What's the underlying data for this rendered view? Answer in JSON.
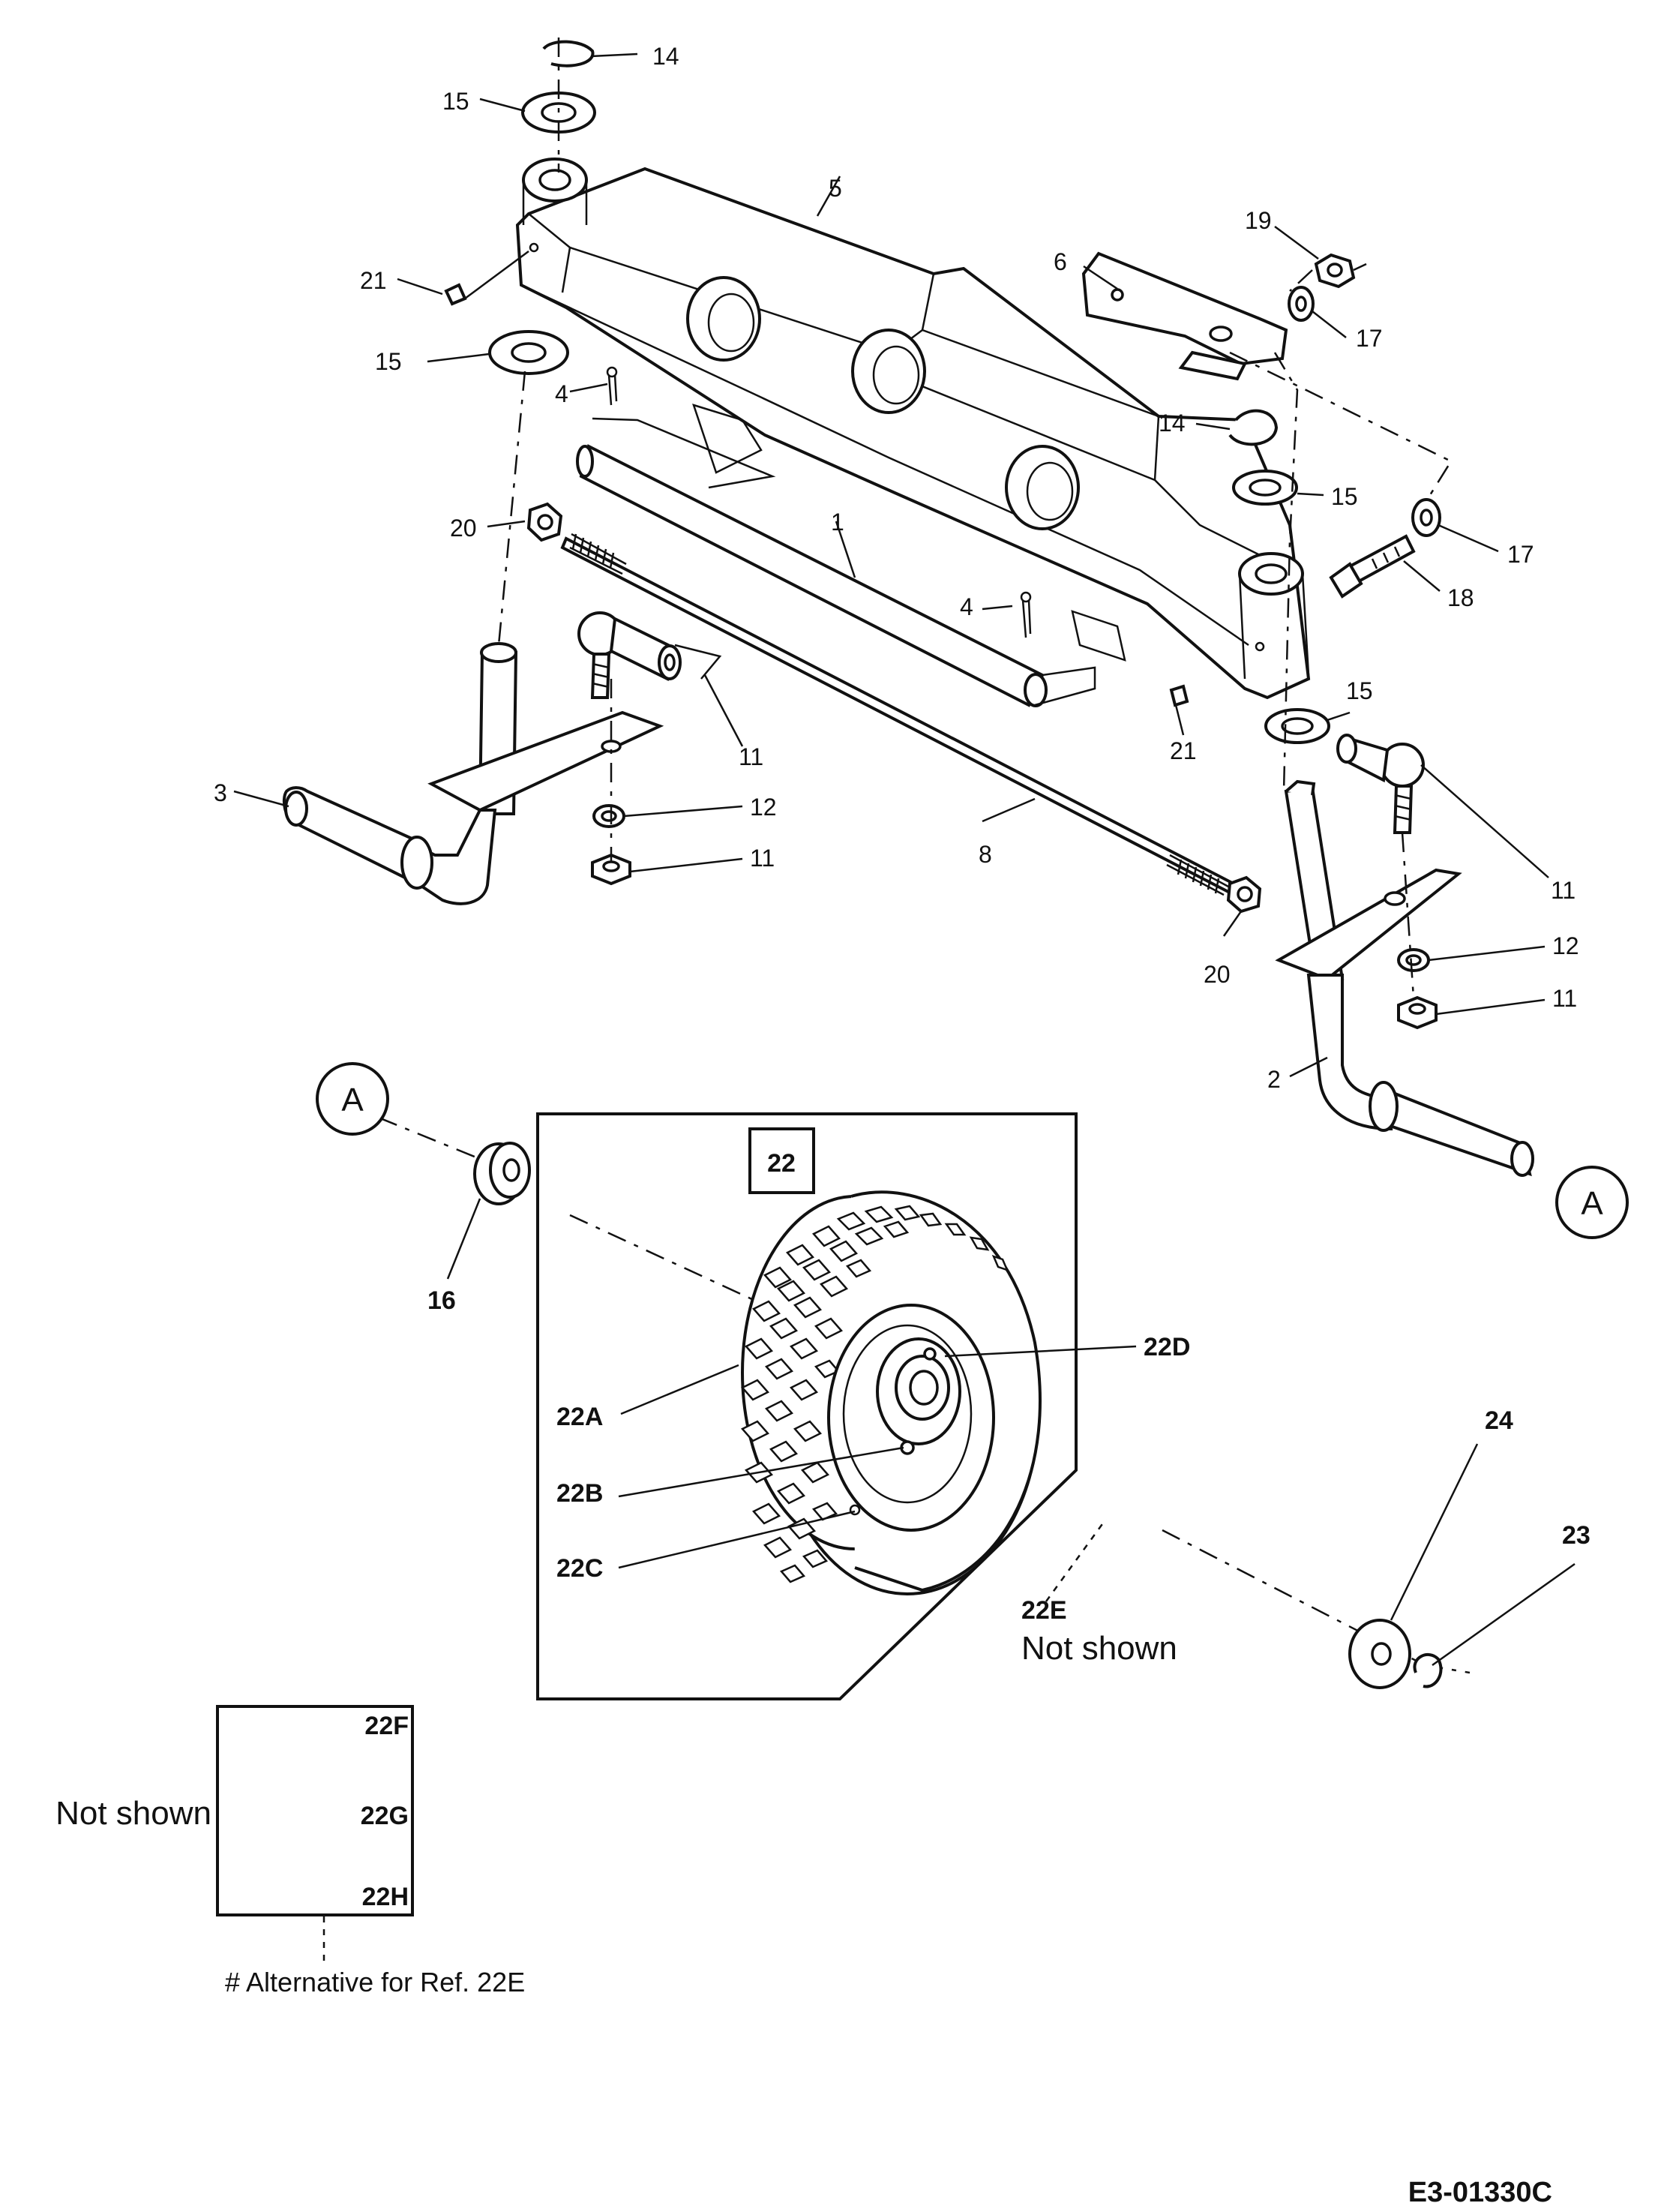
{
  "callouts": {
    "c14a": "14",
    "c15a": "15",
    "c5": "5",
    "c21a": "21",
    "c15b": "15",
    "c4a": "4",
    "c6": "6",
    "c19": "19",
    "c17a": "17",
    "c14b": "14",
    "c15c": "15",
    "c17b": "17",
    "c18": "18",
    "c20a": "20",
    "c1": "1",
    "c4b": "4",
    "c11a": "11",
    "c21b": "21",
    "c15d": "15",
    "c3": "3",
    "c12a": "12",
    "c11b": "11",
    "c8": "8",
    "c11c": "11",
    "c12b": "12",
    "c20b": "20",
    "c11d": "11",
    "c2": "2",
    "cA1": "A",
    "cA2": "A",
    "c16": "16",
    "c22": "22",
    "c22D": "22D",
    "c22A": "22A",
    "c22B": "22B",
    "c22C": "22C",
    "c22E": "22E",
    "c24": "24",
    "c23": "23",
    "c22F": "22F",
    "c22G": "22G",
    "c22H": "22H"
  },
  "notes": {
    "not_shown_22E": "Not shown",
    "not_shown_box": "Not shown",
    "alternative": "#  Alternative for Ref. 22E"
  },
  "drawing_code": "E3-01330C"
}
